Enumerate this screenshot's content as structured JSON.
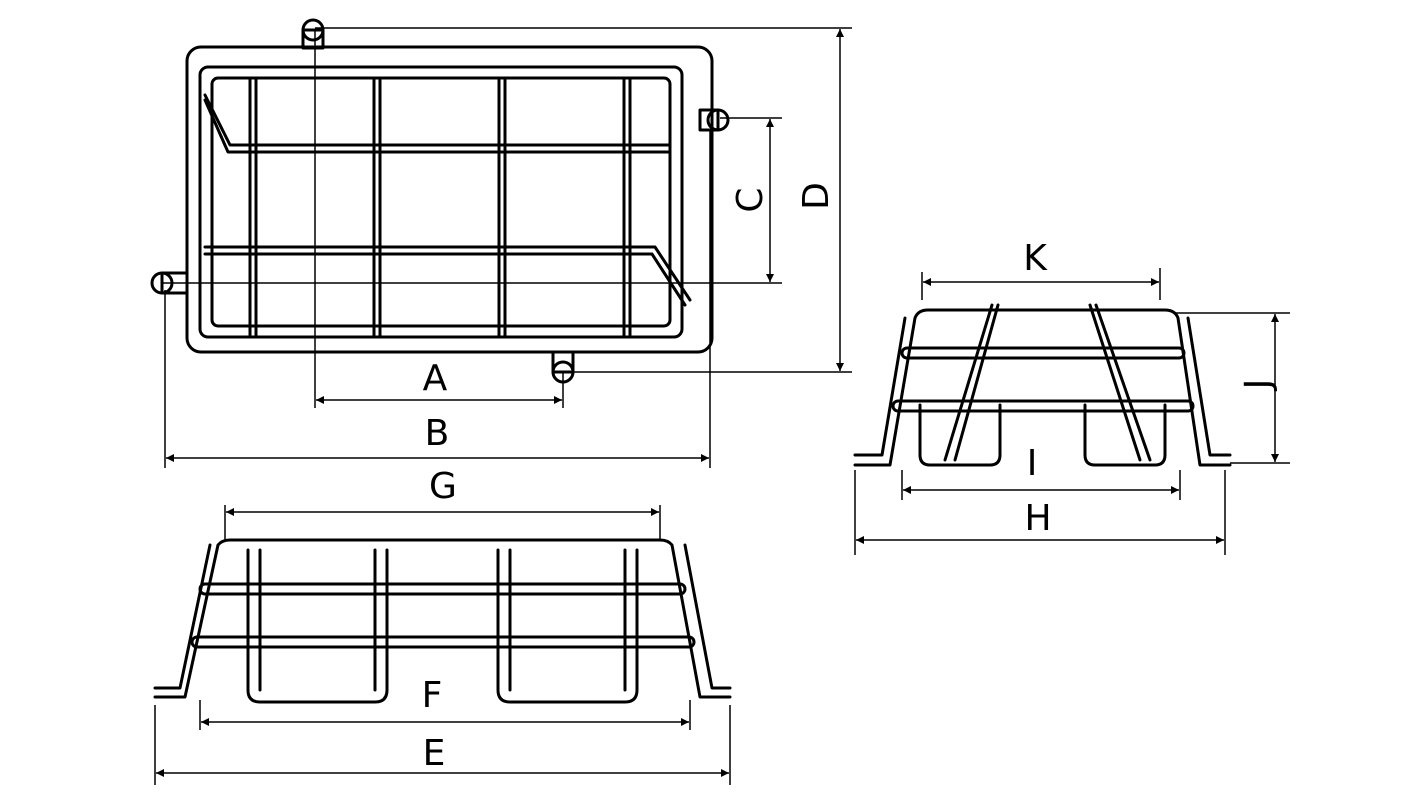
{
  "labels": {
    "A": "A",
    "B": "B",
    "C": "C",
    "D": "D",
    "E": "E",
    "F": "F",
    "G": "G",
    "H": "H",
    "I": "I",
    "J": "J",
    "K": "K"
  },
  "colors": {
    "line": "#000000",
    "background": "#ffffff"
  }
}
